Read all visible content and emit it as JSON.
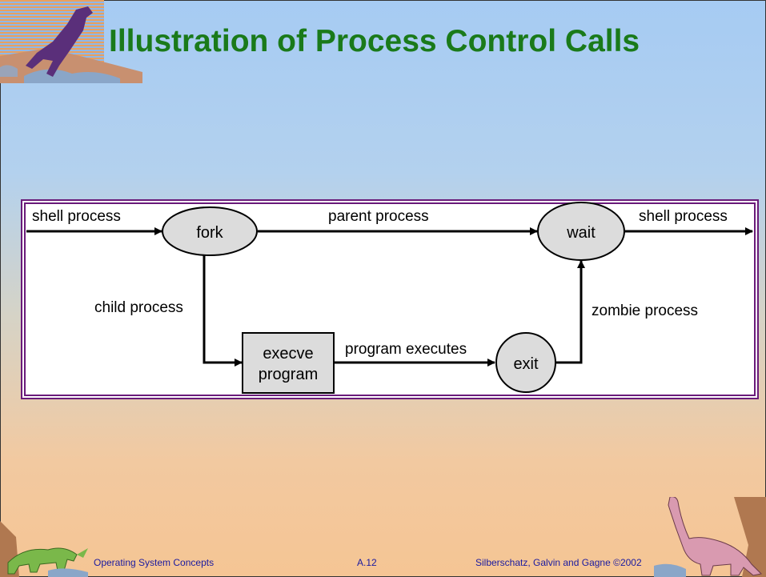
{
  "slide": {
    "title": "Illustration of Process Control Calls"
  },
  "diagram": {
    "nodes": {
      "fork": "fork",
      "wait": "wait",
      "exit": "exit",
      "execve_line1": "execve",
      "execve_line2": "program"
    },
    "edges": {
      "shell_in": "shell process",
      "parent": "parent process",
      "shell_out": "shell process",
      "child": "child process",
      "program_executes": "program executes",
      "zombie": "zombie process"
    }
  },
  "footer": {
    "left": "Operating System Concepts",
    "center": "A.12",
    "right": "Silberschatz, Galvin and  Gagne ©2002"
  },
  "colors": {
    "title": "#1a7a1a",
    "frame": "#6a1b7a",
    "node_fill": "#d9d9d9",
    "footer_text": "#1a1aa0"
  }
}
